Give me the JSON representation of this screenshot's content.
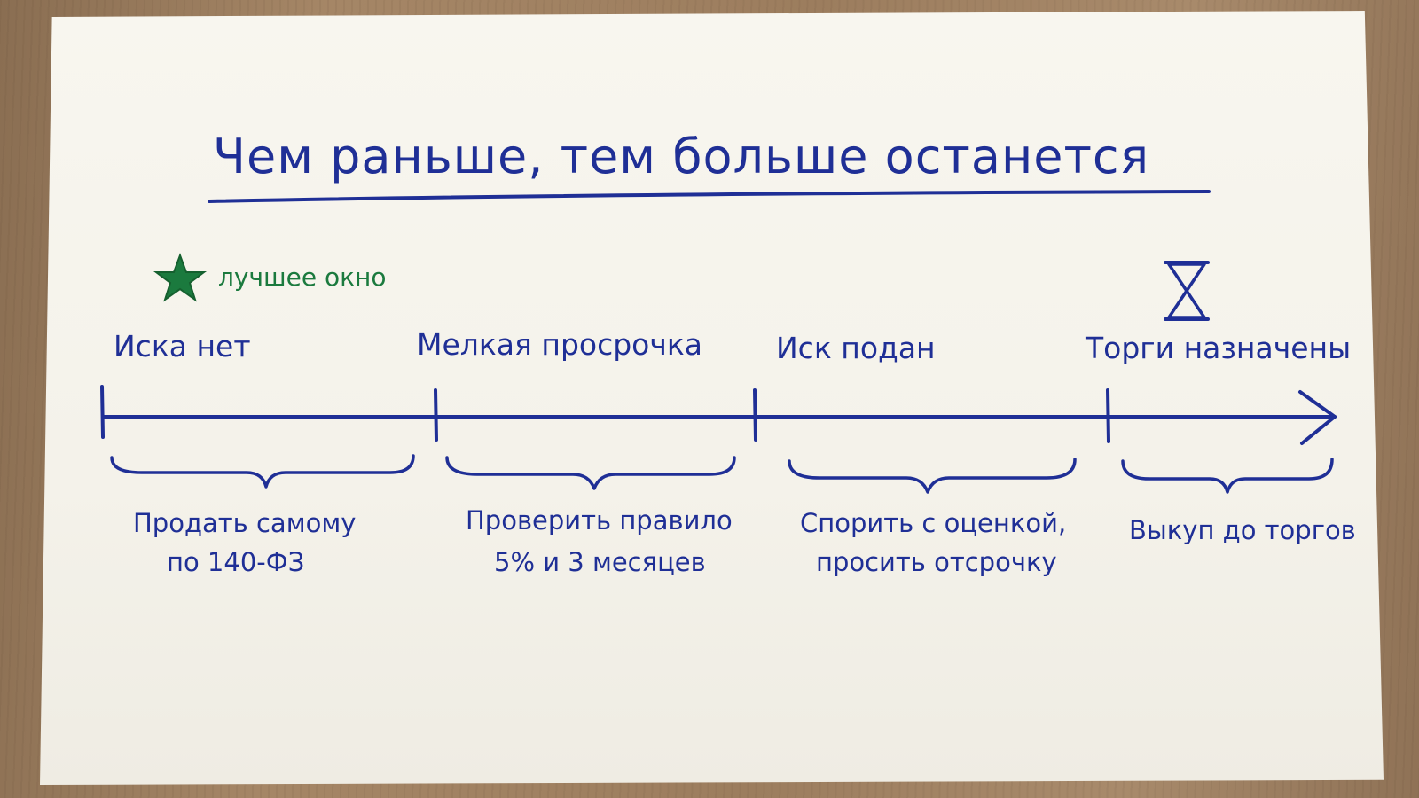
{
  "diagram": {
    "title": "Чем раньше, тем больше останется",
    "best_window": {
      "label": "лучшее окно",
      "icon": "star-icon",
      "color": "#1b7a3e"
    },
    "end_marker_icon": "hourglass-icon",
    "ink_color": "#1f2f96",
    "stages": [
      {
        "label": "Иска нет",
        "action_lines": [
          "Продать самому",
          "по 140-ФЗ"
        ]
      },
      {
        "label": "Мелкая просрочка",
        "action_lines": [
          "Проверить правило",
          "5% и 3 месяцев"
        ]
      },
      {
        "label": "Иск подан",
        "action_lines": [
          "Спорить с оценкой,",
          "просить отсрочку"
        ]
      },
      {
        "label": "Торги назначены",
        "action_lines": [
          "Выкуп до торгов"
        ]
      }
    ]
  }
}
